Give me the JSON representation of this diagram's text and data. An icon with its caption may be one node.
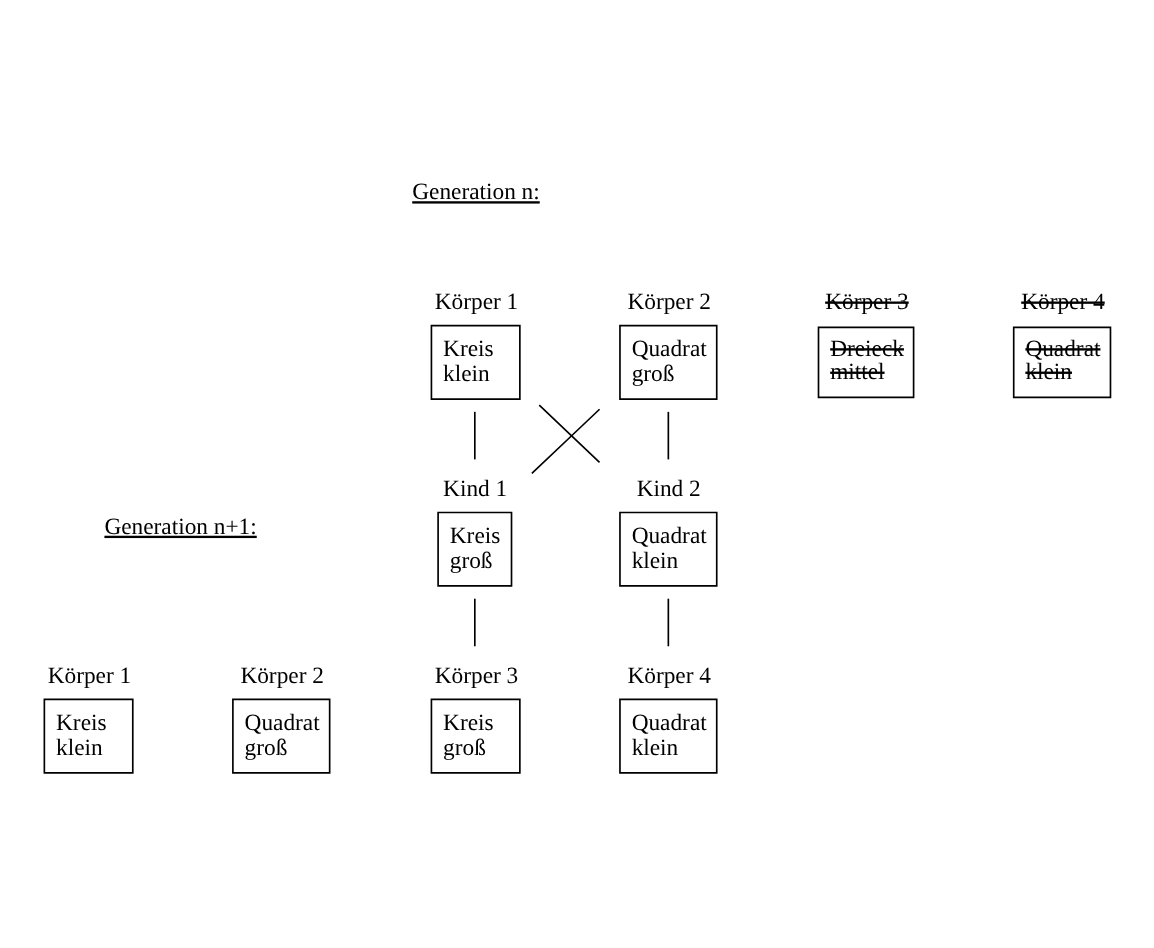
{
  "diagram": {
    "nodes": [
      {
        "text": [
          "Körper 1",
          "Kreis klein"
        ]
      },
      {
        "text": [
          "Körper 2",
          "Quadrat groß"
        ]
      },
      {
        "text": [
          "Körper 3",
          "Dreieck mittel"
        ]
      },
      {
        "text": [
          "Körper 4",
          "Quadrat klein"
        ]
      },
      {
        "text": [
          "Kind 2",
          "Quadrat klein"
        ]
      },
      {
        "text": [
          "Kind 1",
          "Kreis groß"
        ]
      },
      {
        "text": [
          "Körper 1",
          "Kreis klein"
        ]
      },
      {
        "text": [
          "Körper 2",
          "Quadrat groß"
        ]
      },
      {
        "text": [
          "Körper 3",
          "Kreis groß"
        ]
      },
      {
        "text": [
          "Körper 4",
          "Quadrat klein"
        ]
      }
    ],
    "edges": [
      {
        "from": 0,
        "to": 5,
        "arrow": "none"
      },
      {
        "from": 0,
        "to": 4,
        "arrow": "none"
      },
      {
        "from": 1,
        "to": 5,
        "arrow": "none"
      },
      {
        "from": 1,
        "to": 4,
        "arrow": "none"
      },
      {
        "from": 5,
        "to": 8,
        "arrow": "none"
      },
      {
        "from": 4,
        "to": 9,
        "arrow": "none"
      }
    ],
    "labels": [
      "Generation n:",
      "Generation n+1:"
    ]
  }
}
